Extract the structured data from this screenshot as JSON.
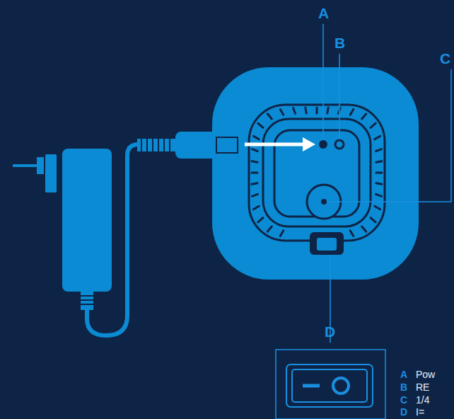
{
  "diagram": {
    "labels": [
      "A",
      "B",
      "C",
      "D",
      "A",
      "Pow",
      "B",
      "RE",
      "C",
      "1/4",
      "D",
      "I="
    ]
  }
}
